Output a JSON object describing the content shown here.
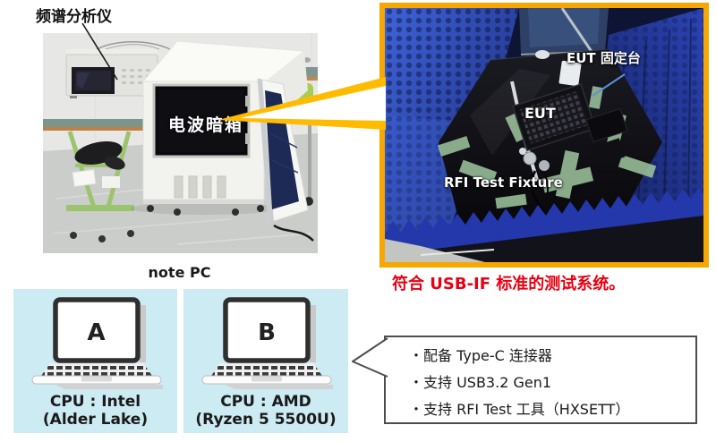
{
  "left_photo": {
    "annotation": "频谱分析仪",
    "overlay": "电波暗箱"
  },
  "right_photo": {
    "label_fixture_stage": "EUT 固定台",
    "label_eut": "EUT",
    "label_rfi_fixture": "RFI Test Fixture"
  },
  "caption": "符合 USB-IF 标准的测试系统。",
  "note_pc": {
    "title": "note PC",
    "laptops": [
      {
        "letter": "A",
        "cpu": "CPU : Intel",
        "cpu_detail": "(Alder Lake)"
      },
      {
        "letter": "B",
        "cpu": "CPU : AMD",
        "cpu_detail": "(Ryzen 5 5500U)"
      }
    ]
  },
  "callout": {
    "items": [
      "・配备 Type-C 连接器",
      "・支持 USB3.2 Gen1",
      "・支持 RFI Test 工具（HXSETT）"
    ]
  },
  "colors": {
    "zoom_border_orange": "#f6a700",
    "zoom_arrow_yellow": "#ffbb00",
    "note_box_blue": "#cdebf3",
    "caption_red": "#e60012",
    "callout_border_gray": "#4d4d4d"
  }
}
